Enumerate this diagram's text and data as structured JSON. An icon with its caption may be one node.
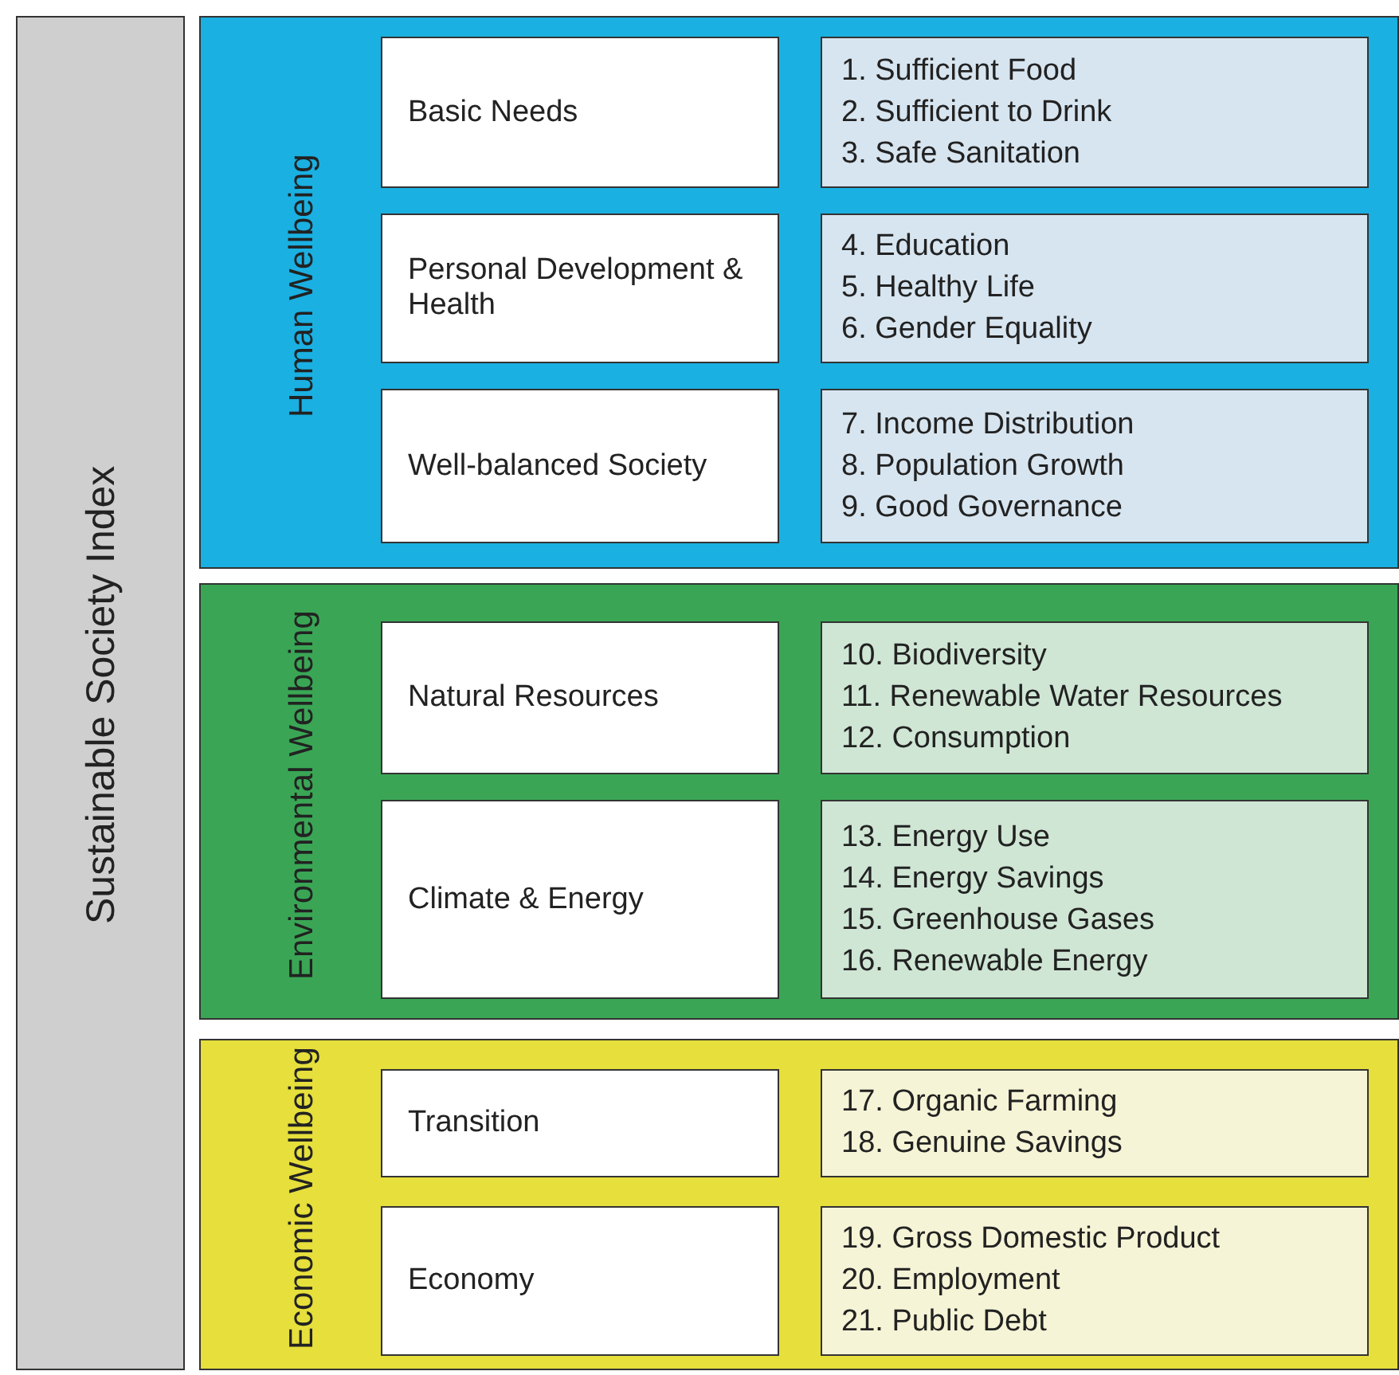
{
  "diagram": {
    "nodes": [
      {
        "text": [
          "Sustainable Society Index"
        ]
      },
      {
        "text": [
          "Human Wellbeing"
        ]
      },
      {
        "text": [
          "Basic Needs"
        ],
        "in": 1
      },
      {
        "text": [
          "1. Sufficient Food",
          "2. Sufficient to Drink",
          "3. Safe Sanitation"
        ],
        "in": 1
      },
      {
        "text": [
          "Personal Development & Health"
        ],
        "in": 1
      },
      {
        "text": [
          "4. Education",
          "5. Healthy Life",
          "6. Gender Equality"
        ],
        "in": 1
      },
      {
        "text": [
          "Well-balanced Society"
        ],
        "in": 1
      },
      {
        "text": [
          "7. Income Distribution",
          "8. Population Growth",
          "9. Good Governance"
        ],
        "in": 1
      },
      {
        "text": [
          "Environmental Wellbeing"
        ]
      },
      {
        "text": [
          "Natural Resources"
        ],
        "in": 8
      },
      {
        "text": [
          "10. Biodiversity",
          "11. Renewable Water Resources",
          "12. Consumption"
        ],
        "in": 8
      },
      {
        "text": [
          "Climate & Energy"
        ],
        "in": 8
      },
      {
        "text": [
          "13. Energy Use",
          "14. Energy Savings",
          "15. Greenhouse Gases",
          "16. Renewable Energy"
        ],
        "in": 8
      },
      {
        "text": [
          "Economic Wellbeing"
        ]
      },
      {
        "text": [
          "Transition"
        ],
        "in": 13
      },
      {
        "text": [
          "17. Organic Farming",
          "18. Genuine Savings"
        ],
        "in": 13
      },
      {
        "text": [
          "Economy"
        ],
        "in": 13
      },
      {
        "text": [
          "19. Gross Domestic Product",
          "20. Employment",
          "21. Public Debt"
        ],
        "in": 13
      }
    ]
  }
}
